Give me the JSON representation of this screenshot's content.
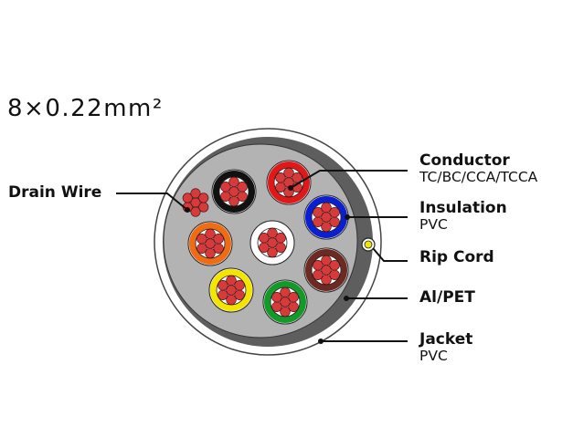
{
  "title": "8×0.22mm²",
  "labels": {
    "drain_wire": "Drain Wire",
    "conductor": {
      "title": "Conductor",
      "sub": "TC/BC/CCA/TCCA"
    },
    "insulation": {
      "title": "Insulation",
      "sub": "PVC"
    },
    "rip_cord": "Rip Cord",
    "al_pet": "Al/PET",
    "jacket": {
      "title": "Jacket",
      "sub": "PVC"
    }
  },
  "colors": {
    "strand": "#d63a3a",
    "strand_outline": "#3a1010",
    "jacket_fill": "#ffffff",
    "shield": "#5e5e5e",
    "filler": "#b3b3b3",
    "insulation": [
      "#111111",
      "#e01818",
      "#0a1fd0",
      "#ee6c14",
      "#ffffff",
      "#6b2a22",
      "#f2e600",
      "#139a2a"
    ]
  },
  "cores": [
    {
      "insulation": "black"
    },
    {
      "insulation": "red"
    },
    {
      "insulation": "blue"
    },
    {
      "insulation": "orange"
    },
    {
      "insulation": "white"
    },
    {
      "insulation": "brown"
    },
    {
      "insulation": "yellow"
    },
    {
      "insulation": "green"
    }
  ]
}
